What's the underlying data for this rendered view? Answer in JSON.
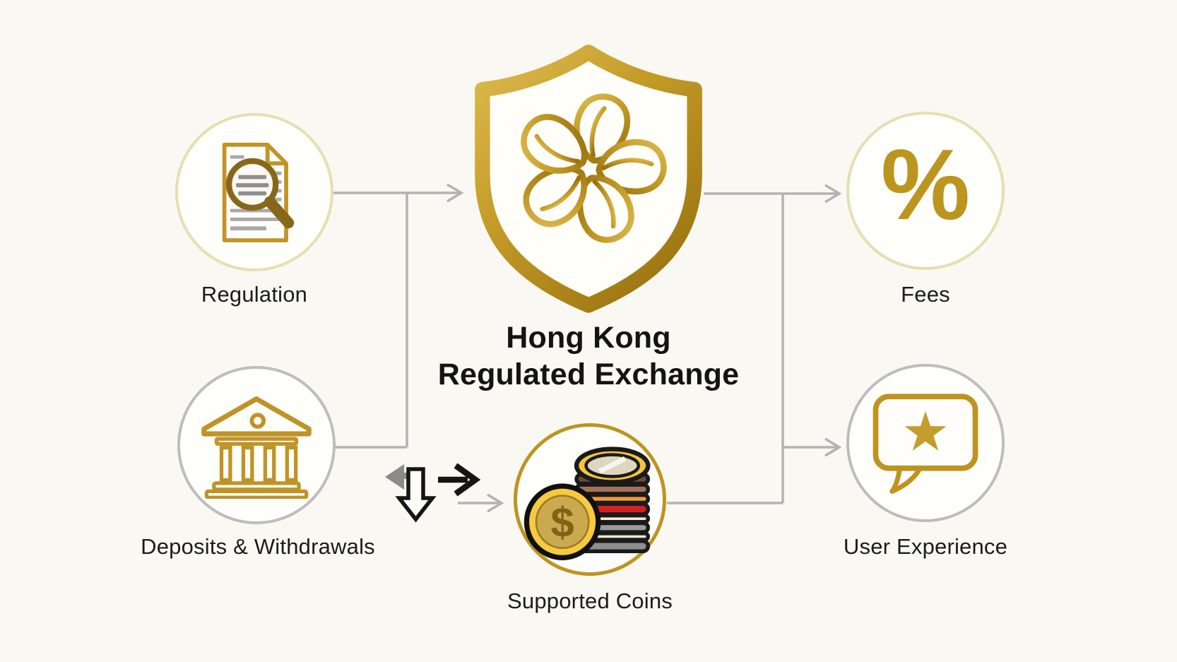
{
  "title": {
    "line1": "Hong Kong",
    "line2": "Regulated Exchange"
  },
  "center_icon": "shield-bauhinia-icon",
  "nodes": {
    "regulation": {
      "label": "Regulation",
      "icon": "document-magnifier-icon"
    },
    "fees": {
      "label": "Fees",
      "icon": "percent-icon",
      "glyph": "%"
    },
    "deposits": {
      "label": "Deposits & Withdrawals",
      "icon": "bank-icon"
    },
    "coins": {
      "label": "Supported Coins",
      "icon": "coin-stack-icon",
      "glyph": "$"
    },
    "ux": {
      "label": "User Experience",
      "icon": "chat-star-icon"
    }
  },
  "colors": {
    "background": "#f9f8f2",
    "gold": "#be9420",
    "gold_dark": "#9a7410",
    "gold_pale_ring": "#e6dfb2",
    "gray_ring": "#bdbdbd",
    "connector_gray": "#b3b3b3",
    "text": "#1c1c1c",
    "coin_red": "#d31f1f",
    "coin_orange": "#f09a38",
    "coin_yellow": "#f7c93f"
  }
}
